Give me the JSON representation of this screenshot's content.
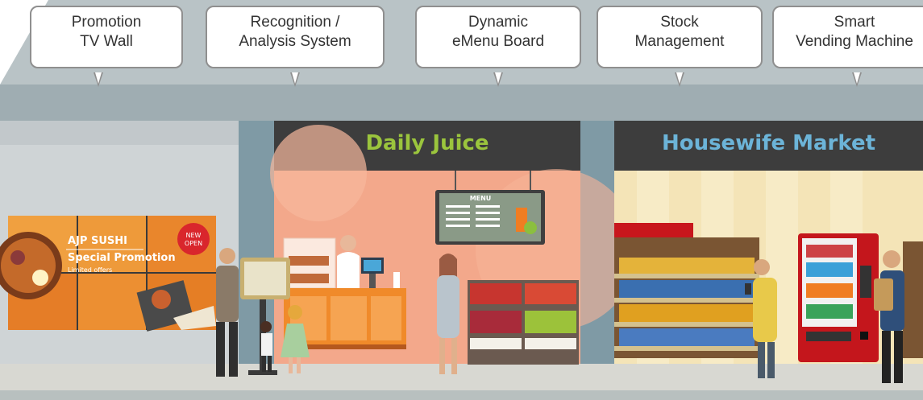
{
  "callouts": [
    {
      "id": "promotion-tv-wall",
      "line1": "Promotion",
      "line2": "TV Wall"
    },
    {
      "id": "recognition-analysis",
      "line1": "Recognition /",
      "line2": "Analysis System"
    },
    {
      "id": "dynamic-emenu",
      "line1": "Dynamic",
      "line2": "eMenu Board"
    },
    {
      "id": "stock-management",
      "line1": "Stock",
      "line2": "Management"
    },
    {
      "id": "smart-vending",
      "line1": "Smart",
      "line2": "Vending Machine"
    }
  ],
  "shops": {
    "juice": {
      "title": "Daily Juice",
      "color": "#9bc53d"
    },
    "market": {
      "title": "Housewife Market",
      "color": "#6cb4d8"
    }
  },
  "tv_wall": {
    "brand": "AJP SUSHI",
    "headline": "Special Promotion",
    "sub": "Limited offers",
    "badge_line1": "NEW",
    "badge_line2": "OPEN"
  },
  "menu_board": {
    "label": "MENU"
  },
  "colors": {
    "ceiling": "#a6b3b7",
    "wall": "#cfd4d6",
    "pillar": "#7e9ba6",
    "sign_band": "#3d3d3d",
    "floor": "#d6d6d0",
    "juice_bg": "#f2a789",
    "market_bg": "#f3e3b4",
    "vending": "#c4161c"
  }
}
